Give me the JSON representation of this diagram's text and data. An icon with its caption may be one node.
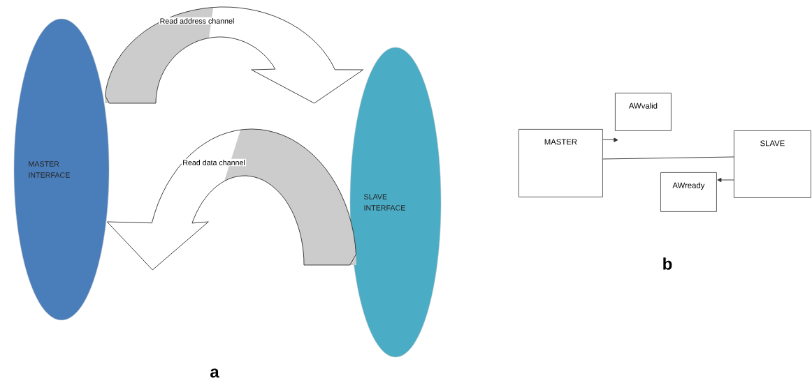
{
  "diagram": {
    "nodes": [
      {
        "text": [
          "MASTER INTERFACE"
        ]
      },
      {
        "text": [
          "SLAVE INTERFACE"
        ]
      },
      {
        "text": [
          "MASTER"
        ]
      },
      {
        "text": [
          "SLAVE"
        ]
      },
      {
        "text": [
          "AWvalid"
        ]
      },
      {
        "text": [
          "AWready"
        ]
      }
    ],
    "edges": [
      {
        "from": 0,
        "to": 1,
        "arrow": "to",
        "label": "Read address channel",
        "style": "thick"
      },
      {
        "from": 1,
        "to": 0,
        "arrow": "to",
        "label": "Read data channel",
        "style": "thick"
      },
      {
        "from": 2,
        "to": 3,
        "arrow": "none"
      },
      {
        "from": 2,
        "to": 4,
        "arrow": "to"
      },
      {
        "from": 3,
        "to": 5,
        "arrow": "to"
      }
    ],
    "labels": [
      "a",
      "b"
    ]
  }
}
